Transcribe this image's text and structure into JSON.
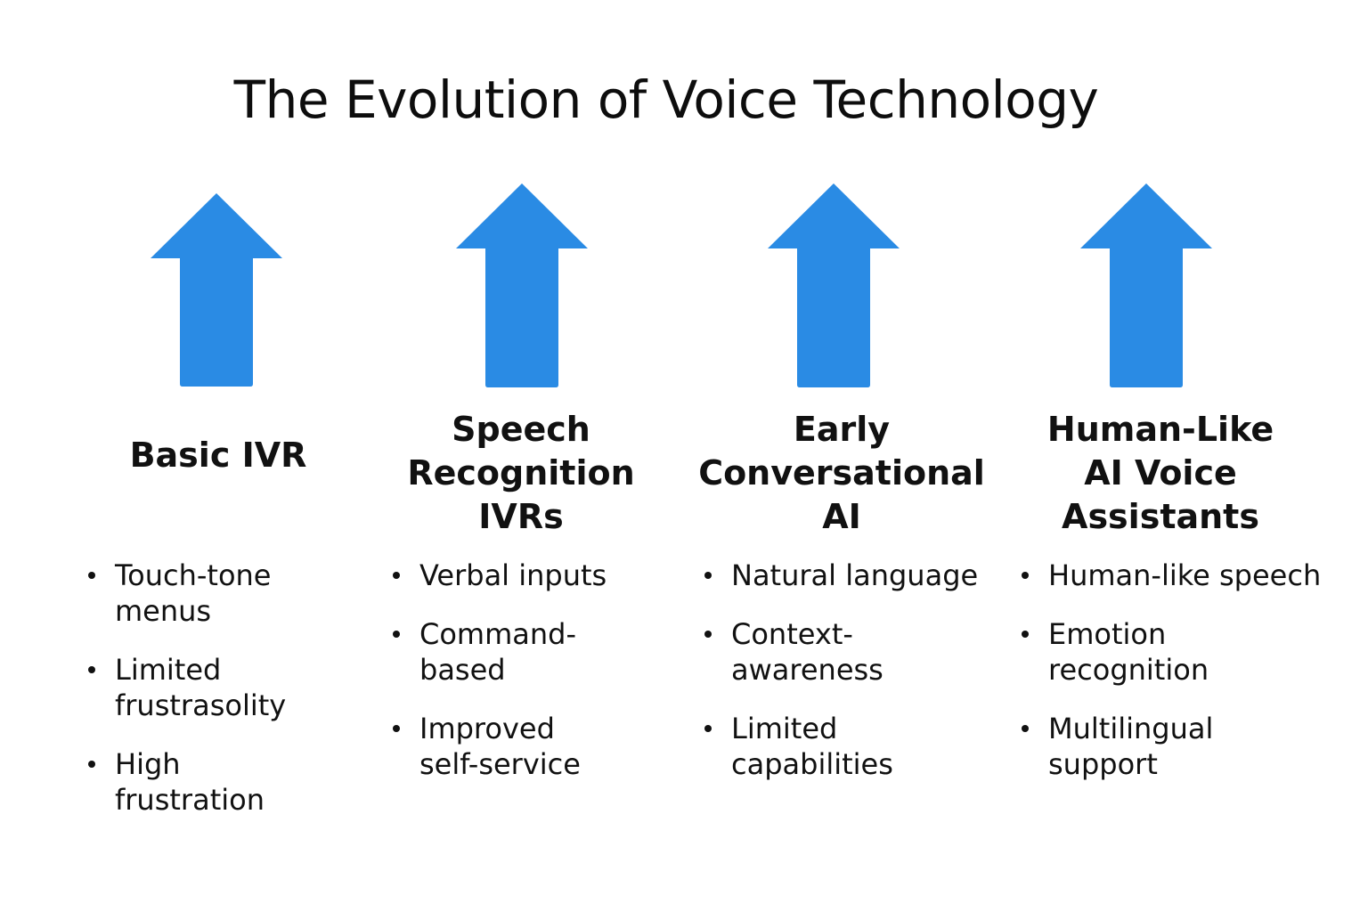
{
  "title": "The Evolution of Voice Technology",
  "colors": {
    "arrow": "#2a8be4",
    "text": "#111111",
    "background": "#ffffff"
  },
  "stages": [
    {
      "icon": "up-arrow-icon",
      "title_lines": [
        "Basic IVR"
      ],
      "bullets": [
        [
          "Touch-tone",
          "menus"
        ],
        [
          "Limited",
          "frustrasolity"
        ],
        [
          "High",
          "frustration"
        ]
      ]
    },
    {
      "icon": "up-arrow-icon",
      "title_lines": [
        "Speech",
        "Recognition",
        "IVRs"
      ],
      "bullets": [
        [
          "Verbal inputs"
        ],
        [
          "Command-",
          "based"
        ],
        [
          "Improved",
          "self-service"
        ]
      ]
    },
    {
      "icon": "up-arrow-icon",
      "title_lines": [
        "Early",
        "Conversational",
        "AI"
      ],
      "bullets": [
        [
          "Natural language"
        ],
        [
          "Context-",
          "awareness"
        ],
        [
          "Limited",
          "capabilities"
        ]
      ]
    },
    {
      "icon": "up-arrow-icon",
      "title_lines": [
        "Human-Like",
        "AI Voice",
        "Assistants"
      ],
      "bullets": [
        [
          "Human-like speech"
        ],
        [
          "Emotion",
          "recognition"
        ],
        [
          "Multilingual",
          "support"
        ]
      ]
    }
  ]
}
